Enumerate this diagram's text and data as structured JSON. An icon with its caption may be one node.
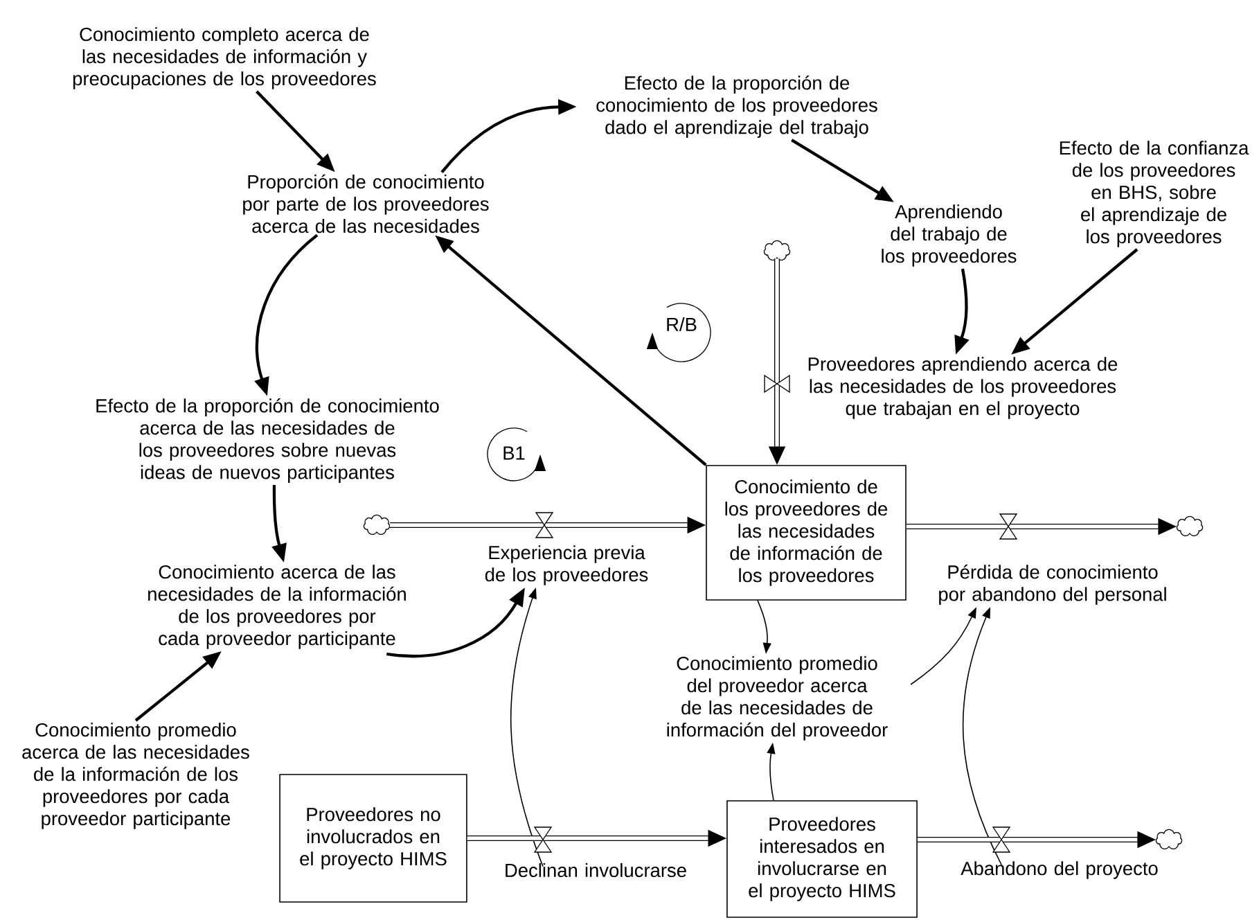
{
  "diagram": {
    "nodes": [
      {
        "text": [
          "Conocimiento completo acerca de las necesidades de información y preocupaciones de los proveedores"
        ]
      },
      {
        "text": [
          "Proporción de conocimiento por parte de los proveedores acerca de las necesidades"
        ]
      },
      {
        "text": [
          "Efecto de la proporción de conocimiento de los proveedores dado el aprendizaje del trabajo"
        ]
      },
      {
        "text": [
          "Aprendiendo del trabajo de los proveedores"
        ]
      },
      {
        "text": [
          "Efecto de la confianza de los proveedores en BHS, sobre el aprendizaje de los proveedores"
        ]
      },
      {
        "text": [
          "Proveedores aprendiendo acerca de las necesidades de los proveedores que trabajan en el proyecto"
        ]
      },
      {
        "text": [],
        "shape": "cloud"
      },
      {
        "text": [
          "Efecto de la proporción de conocimiento acerca de las necesidades de los proveedores sobre nuevas ideas de nuevos participantes"
        ]
      },
      {
        "text": [],
        "shape": "cloud"
      },
      {
        "text": [
          "Experiencia previa de los proveedores"
        ]
      },
      {
        "text": [
          "Conocimiento de los proveedores de las necesidades de información de los proveedores"
        ]
      },
      {
        "text": [],
        "shape": "cloud"
      },
      {
        "text": [
          "Pérdida de conocimiento por abandono del personal"
        ]
      },
      {
        "text": [
          "Conocimiento acerca de las necesidades de la información de los proveedores por cada proveedor participante"
        ]
      },
      {
        "text": [
          "Conocimiento promedio del proveedor acerca de las necesidades de información del proveedor"
        ]
      },
      {
        "text": [
          "Conocimiento promedio acerca de las necesidades de la información de los proveedores por cada proveedor participante"
        ]
      },
      {
        "text": [
          "Proveedores no involucrados en el proyecto HIMS"
        ]
      },
      {
        "text": [
          "Declinan involucrarse"
        ]
      },
      {
        "text": [
          "Proveedores interesados en involucrarse en el proyecto HIMS"
        ]
      },
      {
        "text": [
          "Abandono del proyecto"
        ]
      },
      {
        "text": [],
        "shape": "cloud"
      }
    ],
    "edges": [
      {
        "from": 0,
        "to": 1,
        "arrow": "to"
      },
      {
        "from": 1,
        "to": 2,
        "arrow": "to"
      },
      {
        "from": 2,
        "to": 3,
        "arrow": "to"
      },
      {
        "from": 3,
        "to": 5,
        "arrow": "to"
      },
      {
        "from": 4,
        "to": 5,
        "arrow": "to"
      },
      {
        "from": 1,
        "to": 7,
        "arrow": "to"
      },
      {
        "from": 10,
        "to": 1,
        "arrow": "to"
      },
      {
        "from": 7,
        "to": 13,
        "arrow": "to"
      },
      {
        "from": 15,
        "to": 13,
        "arrow": "to"
      },
      {
        "from": 13,
        "to": 9,
        "arrow": "to"
      },
      {
        "from": 17,
        "to": 9,
        "arrow": "to"
      },
      {
        "from": 10,
        "to": 14,
        "arrow": "to"
      },
      {
        "from": 18,
        "to": 14,
        "arrow": "to"
      },
      {
        "from": 14,
        "to": 12,
        "arrow": "to"
      },
      {
        "from": 19,
        "to": 12,
        "arrow": "to"
      },
      {
        "from": 6,
        "to": 10,
        "arrow": "to",
        "style": "thick"
      },
      {
        "from": 8,
        "to": 10,
        "arrow": "to",
        "style": "thick"
      },
      {
        "from": 10,
        "to": 11,
        "arrow": "to",
        "style": "thick"
      },
      {
        "from": 16,
        "to": 18,
        "arrow": "to",
        "style": "thick"
      },
      {
        "from": 18,
        "to": 20,
        "arrow": "to",
        "style": "thick"
      }
    ],
    "labels": [
      "B1",
      "R/B"
    ]
  }
}
